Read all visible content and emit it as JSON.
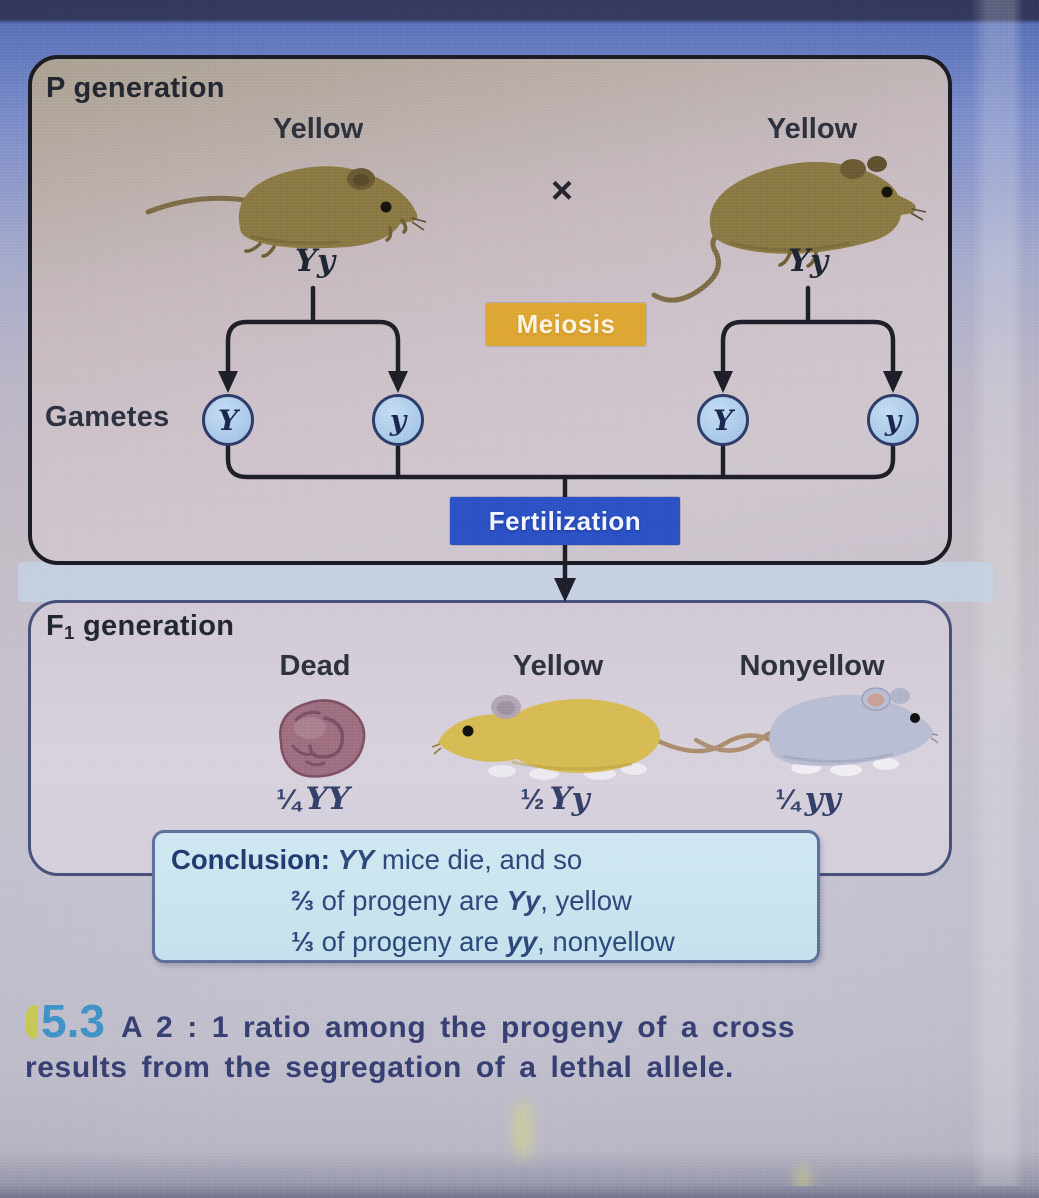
{
  "p_panel": {
    "title": "P generation",
    "left_parent_phenotype": "Yellow",
    "left_parent_genotype": "Yy",
    "cross_symbol": "×",
    "right_parent_phenotype": "Yellow",
    "right_parent_genotype": "Yy",
    "meiosis_label": "Meiosis",
    "gametes_label": "Gametes",
    "gametes": [
      "Y",
      "y",
      "Y",
      "y"
    ],
    "fertilization_label": "Fertilization"
  },
  "f1_panel": {
    "title_main": "F",
    "title_sub": "1",
    "title_rest": " generation",
    "offspring": [
      {
        "phenotype": "Dead",
        "fraction": "¼",
        "genotype": "YY"
      },
      {
        "phenotype": "Yellow",
        "fraction": "½",
        "genotype": "Yy"
      },
      {
        "phenotype": "Nonyellow",
        "fraction": "¼",
        "genotype": "yy"
      }
    ],
    "conclusion": {
      "heading": "Conclusion:",
      "l1_genotype": "YY",
      "l1_text": " mice die, and so",
      "l2_fraction": "⅔",
      "l2_text": " of progeny are ",
      "l2_genotype": "Yy",
      "l2_suffix": ", yellow",
      "l3_fraction": "⅓",
      "l3_text": " of progeny are ",
      "l3_genotype": "yy",
      "l3_suffix": ", nonyellow"
    }
  },
  "caption": {
    "figure_number": "5.3",
    "line1": "A 2 : 1 ratio among the progeny of a cross",
    "line2": "results from the segregation of a lethal allele."
  },
  "colors": {
    "meiosis_box": "#dda431",
    "fertilization_box": "#2a50c3",
    "gamete_circle_fill": "#a6c6e8",
    "conclusion_box_fill": "#c8e2ee",
    "figure_number_blue": "#3f8fc4",
    "caption_text": "#353e6f",
    "p_mouse_body": "#877642",
    "f1_yellow_mouse_body": "#d5b952",
    "f1_gray_mouse_body": "#b8bcd2",
    "dead_embryo_body": "#9c6c7e"
  }
}
